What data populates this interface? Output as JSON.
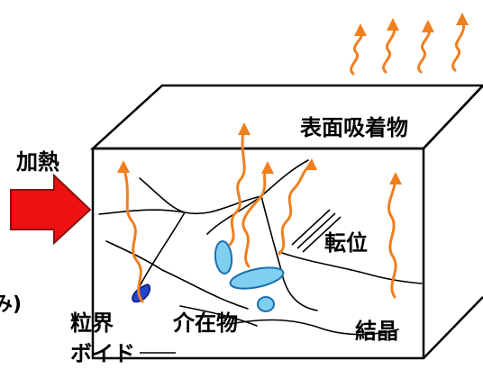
{
  "labels": {
    "surface_adsorbate": "表面吸着物",
    "heating": "加熱",
    "dislocation": "転位",
    "grain_boundary_line1": "粒界",
    "grain_boundary_line2": "ボイド",
    "inclusion": "介在物",
    "crystal": "結晶",
    "cropped_left_char": "み)"
  },
  "colors": {
    "arrow_orange": "#f07f1e",
    "heat_arrow_red": "#ee1111",
    "heat_arrow_outline": "#8a1010",
    "inclusion_fill": "#7fcff0",
    "inclusion_stroke": "#1a6fb0",
    "void_fill": "#2244cc",
    "line": "#000000"
  }
}
